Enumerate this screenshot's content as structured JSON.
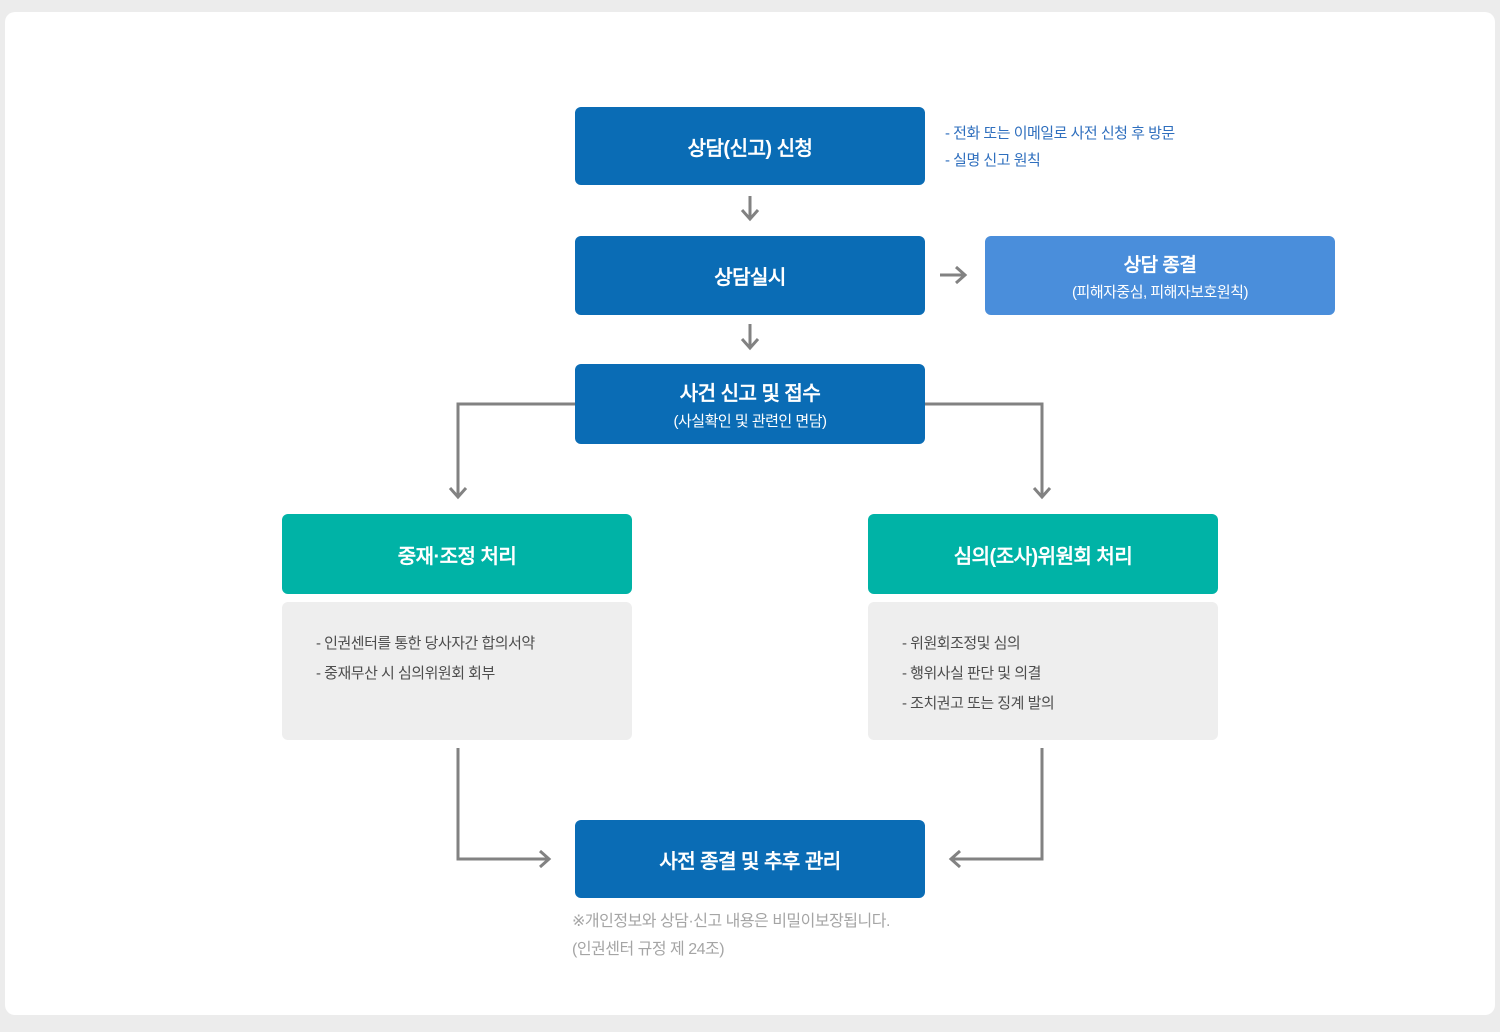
{
  "flow": {
    "apply": {
      "label": "상담(신고) 신청",
      "notes": [
        "- 전화 또는 이메일로 사전 신청 후 방문",
        "- 실명 신고 원칙"
      ]
    },
    "consult": {
      "label": "상담실시"
    },
    "consult_end": {
      "label": "상담 종결",
      "sublabel": "(피해자중심, 피해자보호원칙)"
    },
    "report": {
      "label": "사건 신고 및 접수",
      "sublabel": "(사실확인 및 관련인 면담)"
    },
    "mediation": {
      "label": "중재·조정 처리",
      "details": [
        "- 인권센터를 통한 당사자간 합의서약",
        "- 중재무산 시 심의위원회 회부"
      ]
    },
    "committee": {
      "label": "심의(조사)위원회 처리",
      "details": [
        "- 위원회조정및 심의",
        "- 행위사실 판단 및 의결",
        "- 조치권고 또는 징계 발의"
      ]
    },
    "closure": {
      "label": "사전 종결 및 추후 관리"
    },
    "footnote": [
      "※개인정보와 상담·신고 내용은 비밀이보장됩니다.",
      "(인권센터 규정 제 24조)"
    ]
  },
  "colors": {
    "primary_blue": "#0a6cb5",
    "light_blue": "#4a8edb",
    "teal": "#00b3a6",
    "note_blue": "#2f6fbe",
    "gray_box": "#eeeeee",
    "arrow_gray": "#828282",
    "footnote_gray": "#a5a5a5"
  }
}
